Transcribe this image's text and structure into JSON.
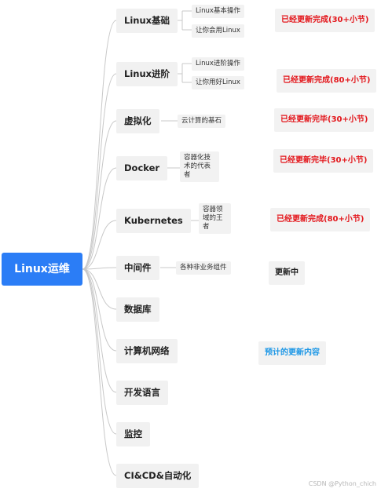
{
  "root": {
    "label": "Linux运维"
  },
  "categories": [
    {
      "label": "Linux基础"
    },
    {
      "label": "Linux进阶"
    },
    {
      "label": "虚拟化"
    },
    {
      "label": "Docker"
    },
    {
      "label": "Kubernetes"
    },
    {
      "label": "中间件"
    },
    {
      "label": "数据库"
    },
    {
      "label": "计算机网络"
    },
    {
      "label": "开发语言"
    },
    {
      "label": "监控"
    },
    {
      "label": "CI&CD&自动化"
    }
  ],
  "subtopics": {
    "linux_basic": [
      "Linux基本操作",
      "让你会用Linux"
    ],
    "linux_advanced": [
      "Linux进阶操作",
      "让你用好Linux"
    ],
    "virtualization": "云计算的基石",
    "docker": "容器化技术的代表者",
    "kubernetes": "容器领域的王者",
    "middleware": "各种非业务组件"
  },
  "statuses": [
    {
      "label": "已经更新完成(30+小节)",
      "color": "#e3161b"
    },
    {
      "label": "已经更新完成(80+小节)",
      "color": "#e3161b"
    },
    {
      "label": "已经更新完毕(30+小节)",
      "color": "#e3161b"
    },
    {
      "label": "已经更新完毕(30+小节)",
      "color": "#e3161b"
    },
    {
      "label": "已经更新完成(80+小节)",
      "color": "#e3161b"
    },
    {
      "label": "更新中",
      "color": "#222222"
    },
    {
      "label": "预计的更新内容",
      "color": "#1d97e6"
    }
  ],
  "watermark": "CSDN @Python_chich",
  "colors": {
    "root_bg": "#2b7df6",
    "node_bg": "#f1f1f1",
    "line": "#c8c8c8"
  }
}
